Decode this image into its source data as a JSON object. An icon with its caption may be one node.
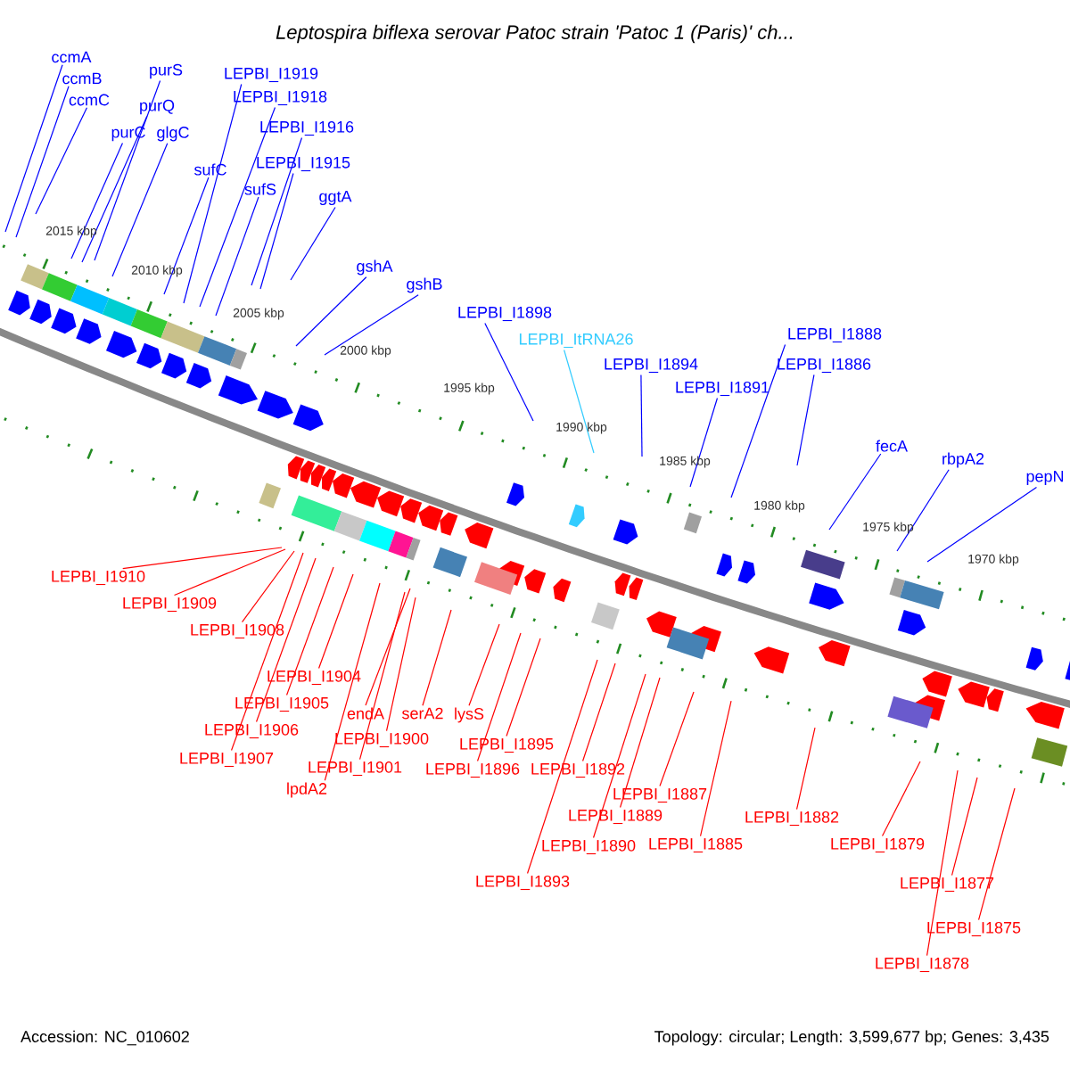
{
  "diagram": {
    "title": "Leptospira biflexa serovar Patoc strain 'Patoc 1 (Paris)' ch...",
    "nodes": [
      {
        "text": [
          "ccmA"
        ]
      },
      {
        "text": [
          "ccmB"
        ]
      },
      {
        "text": [
          "ccmC"
        ]
      },
      {
        "text": [
          "purS"
        ]
      },
      {
        "text": [
          "purQ"
        ]
      },
      {
        "text": [
          "purC"
        ]
      },
      {
        "text": [
          "glgC"
        ]
      },
      {
        "text": [
          "sufC"
        ]
      },
      {
        "text": [
          "LEPBI_I1919"
        ]
      },
      {
        "text": [
          "LEPBI_I1918"
        ]
      },
      {
        "text": [
          "sufS"
        ]
      },
      {
        "text": [
          "LEPBI_I1916"
        ]
      },
      {
        "text": [
          "LEPBI_I1915"
        ]
      },
      {
        "text": [
          "ggtA"
        ]
      },
      {
        "text": [
          "gshA"
        ]
      },
      {
        "text": [
          "gshB"
        ]
      },
      {
        "text": [
          "LEPBI_I1898"
        ]
      },
      {
        "text": [
          "LEPBI_ItRNA26"
        ]
      },
      {
        "text": [
          "LEPBI_I1894"
        ]
      },
      {
        "text": [
          "LEPBI_I1891"
        ]
      },
      {
        "text": [
          "LEPBI_I1888"
        ]
      },
      {
        "text": [
          "LEPBI_I1886"
        ]
      },
      {
        "text": [
          "fecA"
        ]
      },
      {
        "text": [
          "rbpA2"
        ]
      },
      {
        "text": [
          "pepN"
        ]
      },
      {
        "text": [
          "LEPBI_I1910"
        ]
      },
      {
        "text": [
          "LEPBI_I1909"
        ]
      },
      {
        "text": [
          "LEPBI_I1908"
        ]
      },
      {
        "text": [
          "LEPBI_I1904"
        ]
      },
      {
        "text": [
          "LEPBI_I1905"
        ]
      },
      {
        "text": [
          "LEPBI_I1906"
        ]
      },
      {
        "text": [
          "LEPBI_I1907"
        ]
      },
      {
        "text": [
          "endA"
        ]
      },
      {
        "text": [
          "serA2"
        ]
      },
      {
        "text": [
          "LEPBI_I1900"
        ]
      },
      {
        "text": [
          "LEPBI_I1901"
        ]
      },
      {
        "text": [
          "lpdA2"
        ]
      },
      {
        "text": [
          "lysS"
        ]
      },
      {
        "text": [
          "LEPBI_I1895"
        ]
      },
      {
        "text": [
          "LEPBI_I1896"
        ]
      },
      {
        "text": [
          "LEPBI_I1892"
        ]
      },
      {
        "text": [
          "LEPBI_I1887"
        ]
      },
      {
        "text": [
          "LEPBI_I1889"
        ]
      },
      {
        "text": [
          "LEPBI_I1890"
        ]
      },
      {
        "text": [
          "LEPBI_I1885"
        ]
      },
      {
        "text": [
          "LEPBI_I1893"
        ]
      },
      {
        "text": [
          "LEPBI_I1882"
        ]
      },
      {
        "text": [
          "LEPBI_I1879"
        ]
      },
      {
        "text": [
          "LEPBI_I1877"
        ]
      },
      {
        "text": [
          "LEPBI_I1875"
        ]
      },
      {
        "text": [
          "LEPBI_I1878"
        ]
      }
    ],
    "edges": [
      {
        "from": 0,
        "to": null,
        "arrow": "none",
        "color": "#0000ff"
      },
      {
        "from": 1,
        "to": null,
        "arrow": "none",
        "color": "#0000ff"
      },
      {
        "from": 2,
        "to": null,
        "arrow": "none",
        "color": "#0000ff"
      },
      {
        "from": 3,
        "to": null,
        "arrow": "none",
        "color": "#0000ff"
      },
      {
        "from": 4,
        "to": null,
        "arrow": "none",
        "color": "#0000ff"
      },
      {
        "from": 5,
        "to": null,
        "arrow": "none",
        "color": "#0000ff"
      },
      {
        "from": 6,
        "to": null,
        "arrow": "none",
        "color": "#0000ff"
      },
      {
        "from": 7,
        "to": null,
        "arrow": "none",
        "color": "#0000ff"
      },
      {
        "from": 8,
        "to": null,
        "arrow": "none",
        "color": "#0000ff"
      },
      {
        "from": 9,
        "to": null,
        "arrow": "none",
        "color": "#0000ff"
      },
      {
        "from": 10,
        "to": null,
        "arrow": "none",
        "color": "#0000ff"
      },
      {
        "from": 11,
        "to": null,
        "arrow": "none",
        "color": "#0000ff"
      },
      {
        "from": 12,
        "to": null,
        "arrow": "none",
        "color": "#0000ff"
      },
      {
        "from": 13,
        "to": null,
        "arrow": "none",
        "color": "#0000ff"
      },
      {
        "from": 14,
        "to": null,
        "arrow": "none",
        "color": "#0000ff"
      },
      {
        "from": 15,
        "to": null,
        "arrow": "none",
        "color": "#0000ff"
      },
      {
        "from": 16,
        "to": null,
        "arrow": "none",
        "color": "#0000ff"
      },
      {
        "from": 17,
        "to": null,
        "arrow": "none",
        "color": "#33ccff"
      },
      {
        "from": 18,
        "to": null,
        "arrow": "none",
        "color": "#0000ff"
      },
      {
        "from": 19,
        "to": null,
        "arrow": "none",
        "color": "#0000ff"
      },
      {
        "from": 20,
        "to": null,
        "arrow": "none",
        "color": "#0000ff"
      },
      {
        "from": 21,
        "to": null,
        "arrow": "none",
        "color": "#0000ff"
      },
      {
        "from": 22,
        "to": null,
        "arrow": "none",
        "color": "#0000ff"
      },
      {
        "from": 23,
        "to": null,
        "arrow": "none",
        "color": "#0000ff"
      },
      {
        "from": 24,
        "to": null,
        "arrow": "none",
        "color": "#0000ff"
      },
      {
        "from": 25,
        "to": null,
        "arrow": "none"
      },
      {
        "from": 26,
        "to": null,
        "arrow": "none"
      },
      {
        "from": 27,
        "to": null,
        "arrow": "none"
      },
      {
        "from": 28,
        "to": null,
        "arrow": "none"
      },
      {
        "from": 29,
        "to": null,
        "arrow": "none"
      },
      {
        "from": 30,
        "to": null,
        "arrow": "none"
      },
      {
        "from": 31,
        "to": null,
        "arrow": "none"
      },
      {
        "from": 32,
        "to": null,
        "arrow": "none"
      },
      {
        "from": 33,
        "to": null,
        "arrow": "none"
      },
      {
        "from": 34,
        "to": null,
        "arrow": "none"
      },
      {
        "from": 35,
        "to": null,
        "arrow": "none"
      },
      {
        "from": 36,
        "to": null,
        "arrow": "none"
      },
      {
        "from": 37,
        "to": null,
        "arrow": "none"
      },
      {
        "from": 38,
        "to": null,
        "arrow": "none"
      },
      {
        "from": 39,
        "to": null,
        "arrow": "none"
      },
      {
        "from": 40,
        "to": null,
        "arrow": "none"
      },
      {
        "from": 41,
        "to": null,
        "arrow": "none"
      },
      {
        "from": 42,
        "to": null,
        "arrow": "none"
      },
      {
        "from": 43,
        "to": null,
        "arrow": "none"
      },
      {
        "from": 44,
        "to": null,
        "arrow": "none"
      },
      {
        "from": 45,
        "to": null,
        "arrow": "none"
      },
      {
        "from": 46,
        "to": null,
        "arrow": "none"
      },
      {
        "from": 47,
        "to": null,
        "arrow": "none"
      },
      {
        "from": 48,
        "to": null,
        "arrow": "none"
      },
      {
        "from": 49,
        "to": null,
        "arrow": "none"
      },
      {
        "from": 50,
        "to": null,
        "arrow": "none"
      }
    ],
    "labels": [
      "2015 kbp",
      "2010 kbp",
      "2005 kbp",
      "2000 kbp",
      "1995 kbp",
      "1990 kbp",
      "1985 kbp",
      "1980 kbp",
      "1975 kbp",
      "1970 kbp",
      "Accession: NC_010602",
      "Topology: circular; Length: 3,599,677 bp; Genes: 3,435"
    ]
  }
}
